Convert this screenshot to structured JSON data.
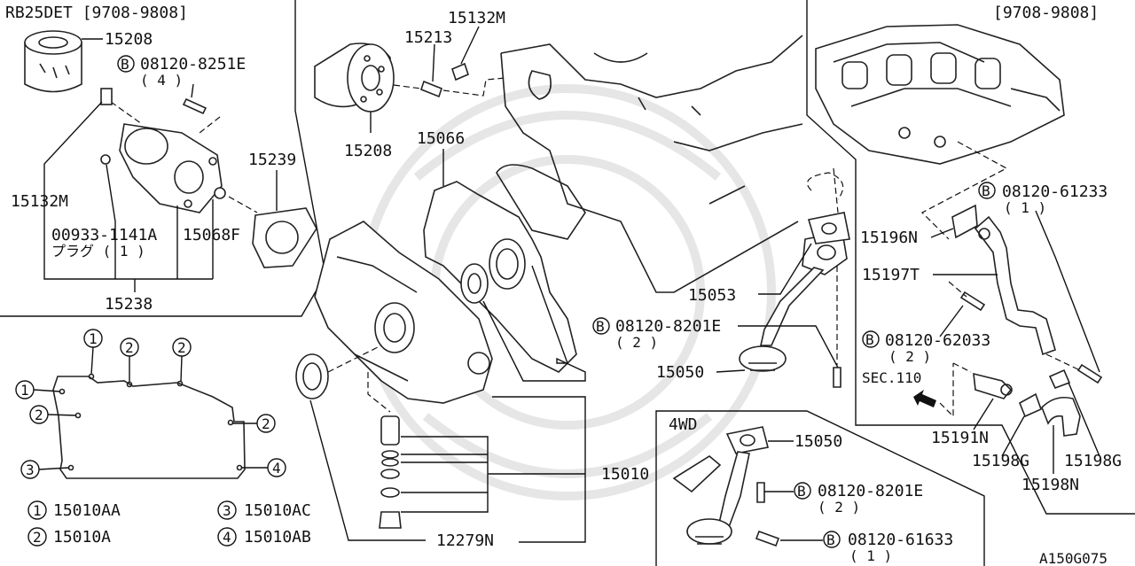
{
  "panels": {
    "top_left_header": "RB25DET [9708-9808]",
    "top_right_header": "[9708-9808]",
    "wd_header": "4WD",
    "figure_code": "A150G075"
  },
  "callouts": {
    "c15208_tl": "15208",
    "c08120_8251E": "08120-8251E",
    "c08120_8251E_qty": "( 4 )",
    "c15239": "15239",
    "c15132M_tl": "15132M",
    "c00933": "00933-1141A",
    "c_plug": "プラグ ( 1 )",
    "c15068F": "15068F",
    "c15238": "15238",
    "c15132M_top": "15132M",
    "c15213": "15213",
    "c15208_top": "15208",
    "c15066": "15066",
    "c15053": "15053",
    "c08120_8201E": "08120-8201E",
    "c08120_8201E_qty": "( 2 )",
    "c15050": "15050",
    "c15010": "15010",
    "c12279N": "12279N",
    "c08120_61233": "08120-61233",
    "c08120_61233_qty": "( 1 )",
    "c15196N": "15196N",
    "c15197T": "15197T",
    "c08120_62033": "08120-62033",
    "c08120_62033_qty": "( 2 )",
    "c_sec110": "SEC.110",
    "c15191N": "15191N",
    "c15198G_a": "15198G",
    "c15198G_b": "15198G",
    "c15198N": "15198N",
    "c15050_4wd": "15050",
    "c08120_8201E_4wd": "08120-8201E",
    "c08120_8201E_4wd_qty": "( 2 )",
    "c08120_61633": "08120-61633",
    "c08120_61633_qty": "( 1 )",
    "bolt_marker": "B"
  },
  "legend": [
    {
      "num": "1",
      "part": "15010AA"
    },
    {
      "num": "2",
      "part": "15010A"
    },
    {
      "num": "3",
      "part": "15010AC"
    },
    {
      "num": "4",
      "part": "15010AB"
    }
  ],
  "gasket_markers": [
    "1",
    "2",
    "2",
    "1",
    "2",
    "2",
    "3",
    "4"
  ]
}
